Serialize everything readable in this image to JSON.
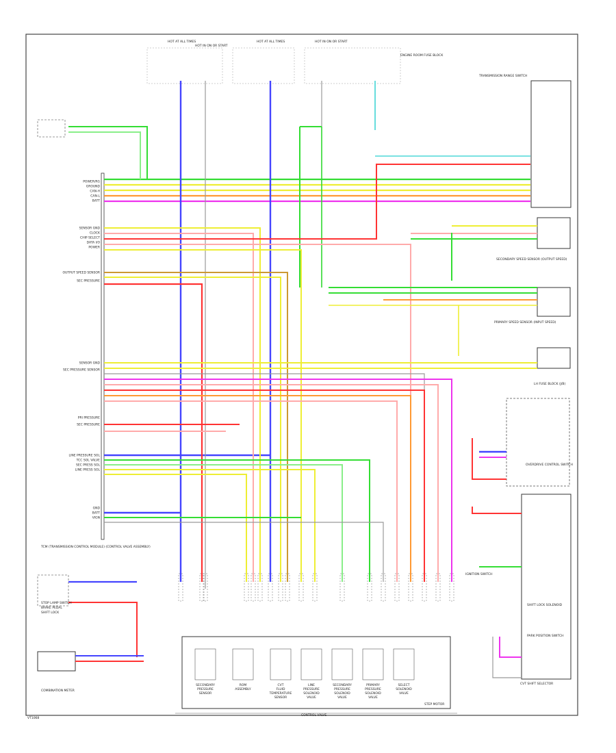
{
  "footer_left": "VT1068",
  "control_valve": {
    "title": "CONTROL VALVE",
    "items": [
      "SECONDARY PRESSURE SENSOR",
      "ROM ASSEMBLY",
      "CVT FLUID TEMPERATURE SENSOR",
      "LINE PRESSURE SOLENOID VALVE",
      "SECONDARY PRESSURE SOLENOID VALVE",
      "PRIMARY PRESSURE SOLENOID VALVE",
      "SELECT SOLENOID VALVE"
    ],
    "step_motor": "STEP MOTOR"
  },
  "tcm_label": "TCM (TRANSMISSION CONTROL MODULE) (CONTROL VALVE ASSEMBLY)",
  "left_main_pins": [
    "POWER/RG",
    "GROUND",
    "CAN-H",
    "CAN-L",
    "BATT",
    "SENSOR GND",
    "CLOCK",
    "CHIP SELECT",
    "DATA I/O",
    "POWER",
    "OUTPUT SPEED SENSOR",
    "SEC PRESSURE",
    "SENSOR GND",
    "SEC PRESSURE SENSOR",
    "",
    "",
    "",
    "",
    "",
    "",
    "PRI PRESSURE",
    "SEC PRESSURE",
    "LINE PRESSURE SOL",
    "TCC SOL VALVE",
    "SEC PRESS SOL",
    "LINE PRESS SOL",
    "GND",
    "BATT",
    "VIGN"
  ],
  "right_modules": {
    "transmission_range": "TRANSMISSION RANGE SWITCH",
    "input_speed": "SECONDARY SPEED SENSOR (OUTPUT SPEED)",
    "primary_speed": "PRIMARY SPEED SENSOR (INPUT SPEED)",
    "lh_fuse": "LH FUSE BLOCK (J/B)",
    "overdrive": "OVERDRIVE CONTROL SWITCH",
    "cvt_shift_selector": "CVT SHIFT SELECTOR",
    "park_position": "PARK POSITION SWITCH",
    "shift_lock": "SHIFT LOCK SOLENOID",
    "ignition_switch": "IGNITION SWITCH"
  },
  "bottom_left_module": {
    "lines": [
      "STOP LAMP SWITCH",
      "BRAKE PEDAL",
      "SHIFT LOCK",
      "COMBINATION METER"
    ]
  },
  "fuse_blocks_top": [
    "HOT AT ALL TIMES",
    "HOT IN ON OR START",
    "HOT AT ALL TIMES",
    "HOT IN ON OR START",
    "ENGINE ROOM FUSE BLOCK"
  ],
  "colors": {
    "green": "#33dd33",
    "yellow": "#eeee33",
    "magenta": "#ee33ee",
    "blue": "#4444ff",
    "red": "#ff3333",
    "orange": "#ff9933",
    "pink": "#ffaaaa",
    "light_green": "#88ee88",
    "cyan": "#66dddd",
    "brown": "#cc9933",
    "gray": "#999999"
  }
}
